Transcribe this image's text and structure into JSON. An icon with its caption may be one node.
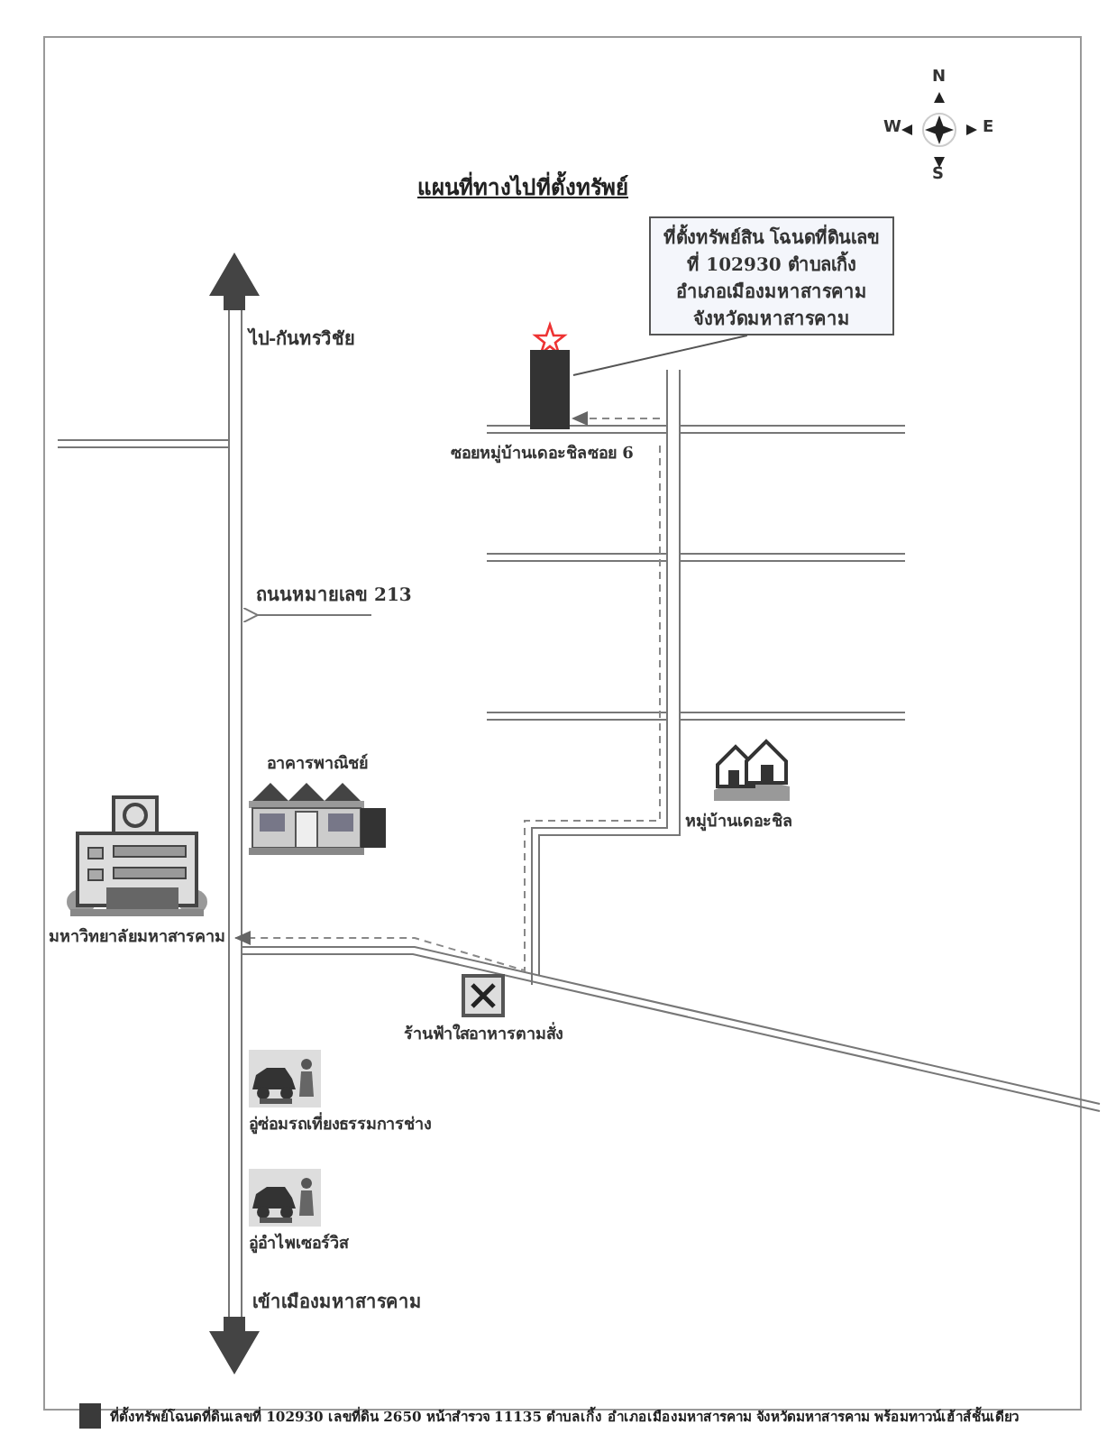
{
  "diagram": {
    "title": "แผนที่ทางไปที่ตั้งทรัพย์",
    "nodes": [
      {
        "text": [
          "ที่ตั้งทรัพย์สิน โฉนดที่ดินเลขที่ 102930 ตำบลเกิ้ง อำเภอเมืองมหาสารคาม จังหวัดมหาสารคาม"
        ]
      },
      {
        "text": [],
        "shape": "box"
      },
      {
        "text": [
          "อาคารพาณิชย์"
        ]
      },
      {
        "text": [
          "หมู่บ้านเดอะชิล"
        ]
      },
      {
        "text": [
          "มหาวิทยาลัยมหาสารคาม"
        ]
      },
      {
        "text": [
          "ร้านฟ้าใสอาหารตามสั่ง"
        ]
      },
      {
        "text": [
          "อู่ซ่อมรถเที่ยงธรรมการช่าง"
        ]
      },
      {
        "text": [
          "อู่อำไพเซอร์วิส"
        ]
      }
    ],
    "edges": [
      {
        "from": 0,
        "to": 1,
        "arrow": "none"
      },
      {
        "from": null,
        "to": 1,
        "arrow": "to",
        "style": "dashed",
        "color": "#888888"
      },
      {
        "from": null,
        "to": 4,
        "arrow": "to",
        "style": "dashed",
        "color": "#888888"
      }
    ],
    "labels": [
      "N",
      "W",
      "E",
      "S",
      "ไป-กันทรวิชัย",
      "ซอยหมู่บ้านเดอะชิลซอย 6",
      "ถนนหมายเลข 213",
      "เข้าเมืองมหาสารคาม"
    ],
    "legend": [
      {
        "text": "ที่ตั้งทรัพย์โฉนดที่ดินเลขที่ 102930 เลขที่ดิน 2650 หน้าสำรวจ 11135 ตำบลเกิ้ง อำเภอเมืองมหาสารคาม จังหวัดมหาสารคาม พร้อมทาวน์เฮ้าส์ชั้นเดียว",
        "color": "#3a3a3a"
      }
    ]
  }
}
